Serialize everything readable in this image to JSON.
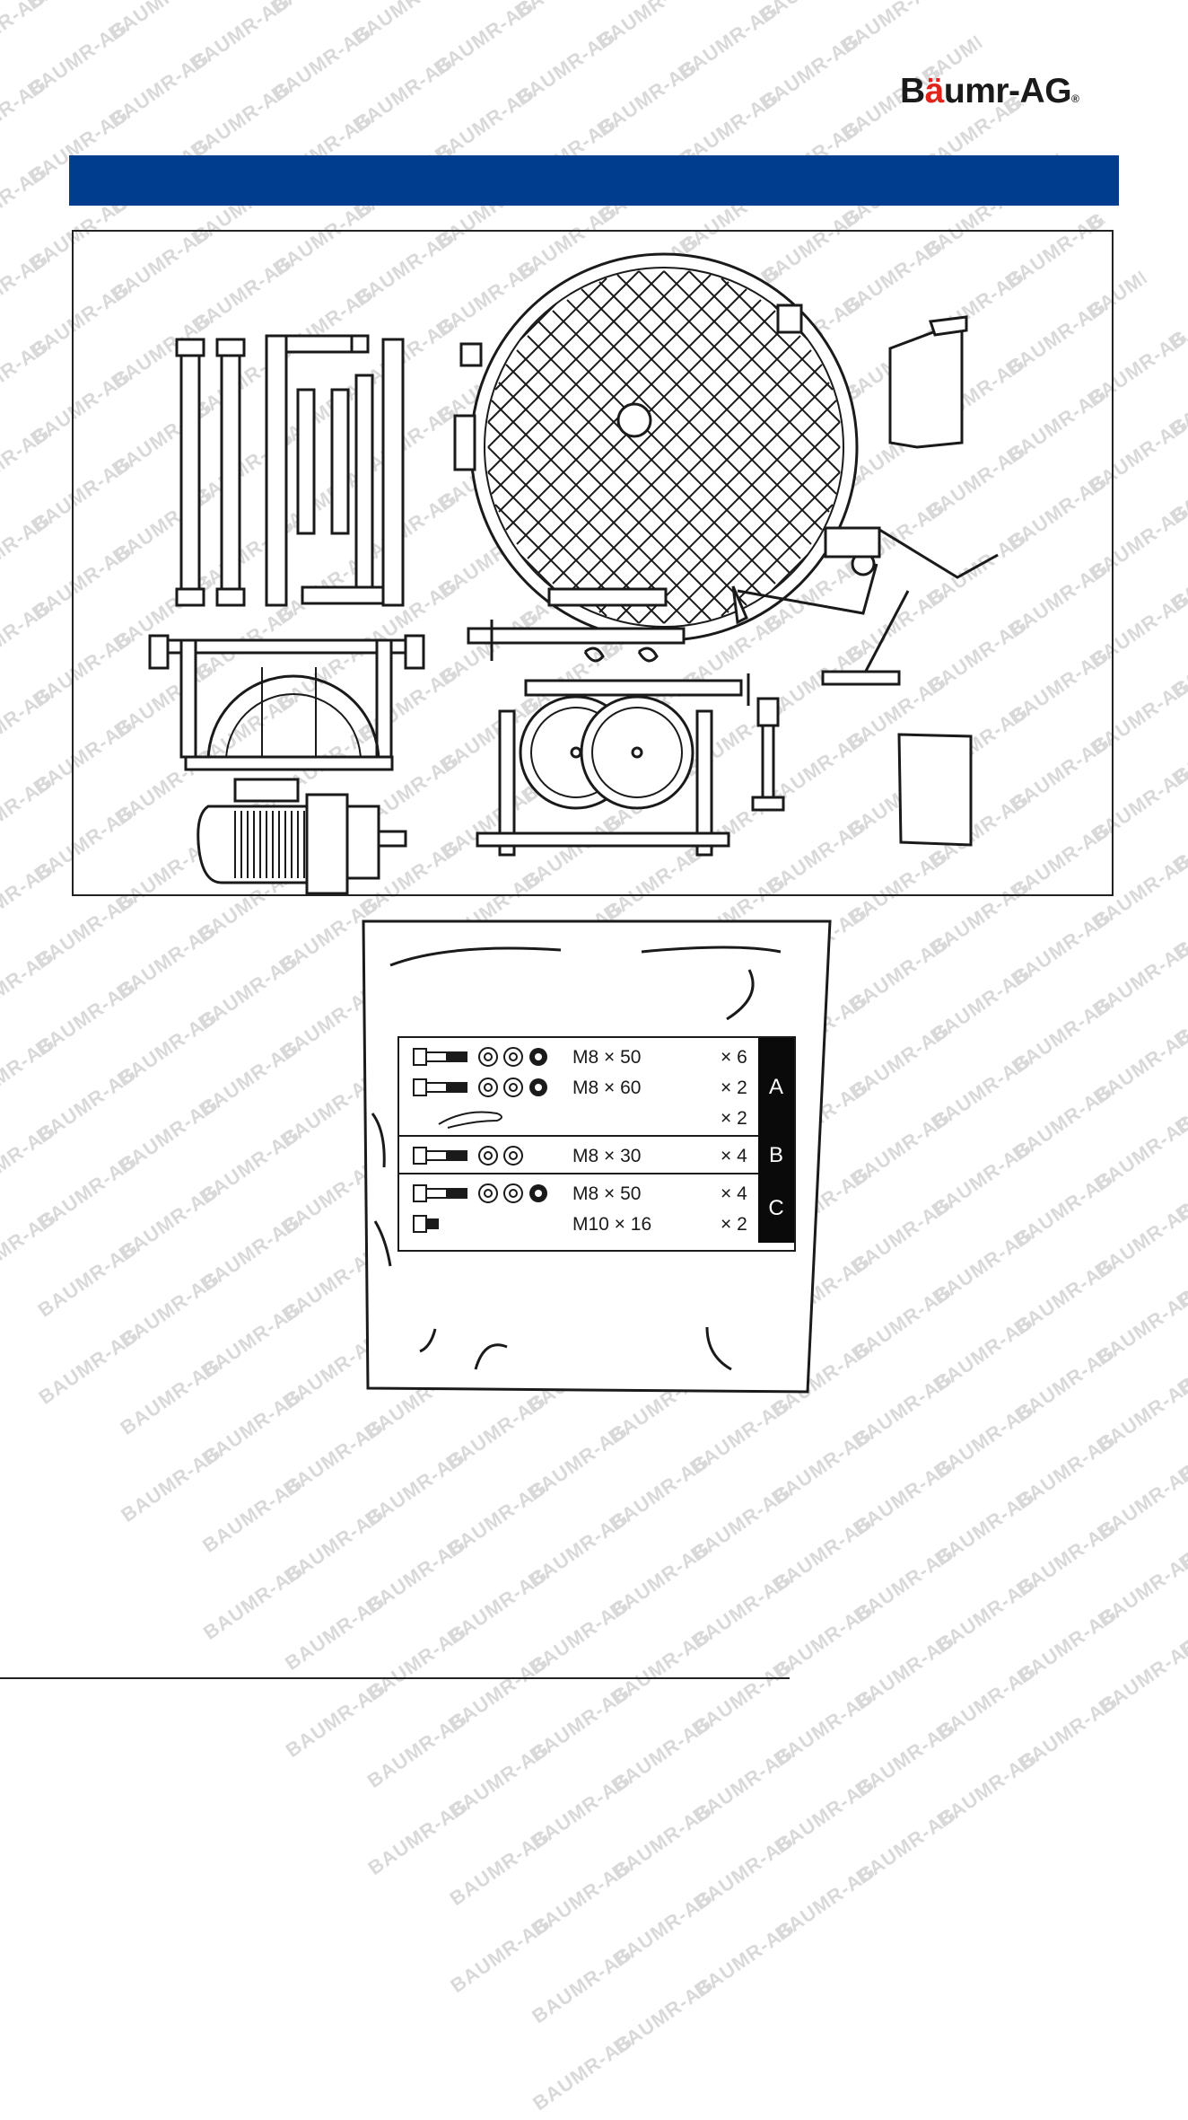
{
  "watermark": {
    "text": "BAUMR-AG"
  },
  "logo": {
    "prefix": "B",
    "umlaut": "ä",
    "rest": "umr-AG",
    "reg": "®",
    "accent_color": "#e2231a"
  },
  "banner": {
    "color": "#003d8f"
  },
  "kit": {
    "groups": [
      {
        "letter": "A",
        "rows": [
          {
            "spec": "M8 × 50",
            "qty": "× 6"
          },
          {
            "spec": "M8 × 60",
            "qty": "× 2"
          },
          {
            "spec": "",
            "qty": "× 2"
          }
        ]
      },
      {
        "letter": "B",
        "rows": [
          {
            "spec": "M8 × 30",
            "qty": "× 4"
          }
        ]
      },
      {
        "letter": "C",
        "rows": [
          {
            "spec": "M8 × 50",
            "qty": "× 4"
          },
          {
            "spec": "M10 × 16",
            "qty": "× 2"
          }
        ]
      }
    ]
  }
}
